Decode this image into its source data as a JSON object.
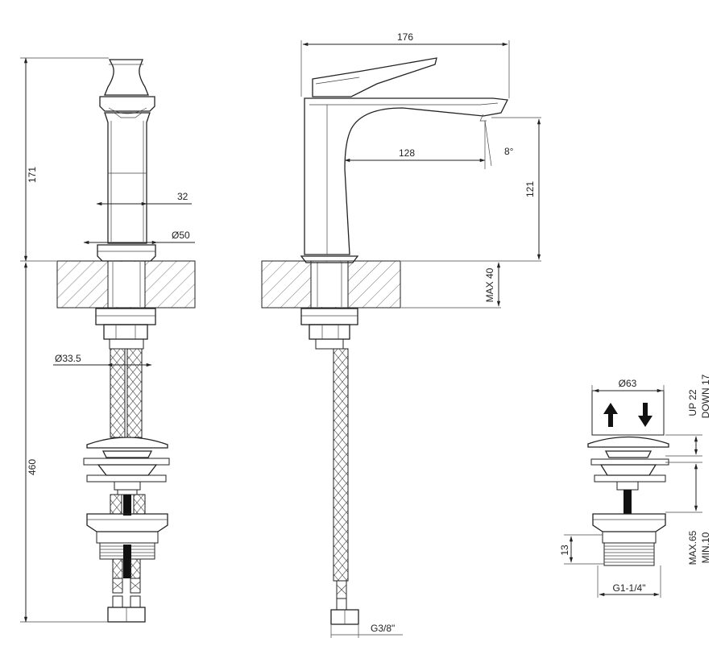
{
  "dimensions": {
    "total_height": "171",
    "below_deck": "460",
    "body_width": "32",
    "base_diameter": "Ø50",
    "hose_diameter": "Ø33.5",
    "overall_length": "176",
    "spout_reach": "128",
    "spout_angle": "8°",
    "spout_height": "121",
    "deck_max": "MAX 40",
    "plug_diameter": "Ø63",
    "up_travel": "UP 22",
    "down_travel": "DOWN 17",
    "waste_max": "MAX.65",
    "waste_min": "MIN.10",
    "thread_length": "13",
    "waste_thread": "G1-1/4\"",
    "inlet_thread": "G3/8\""
  },
  "colors": {
    "line": "#222222",
    "hatch": "#555555",
    "background": "#ffffff"
  }
}
